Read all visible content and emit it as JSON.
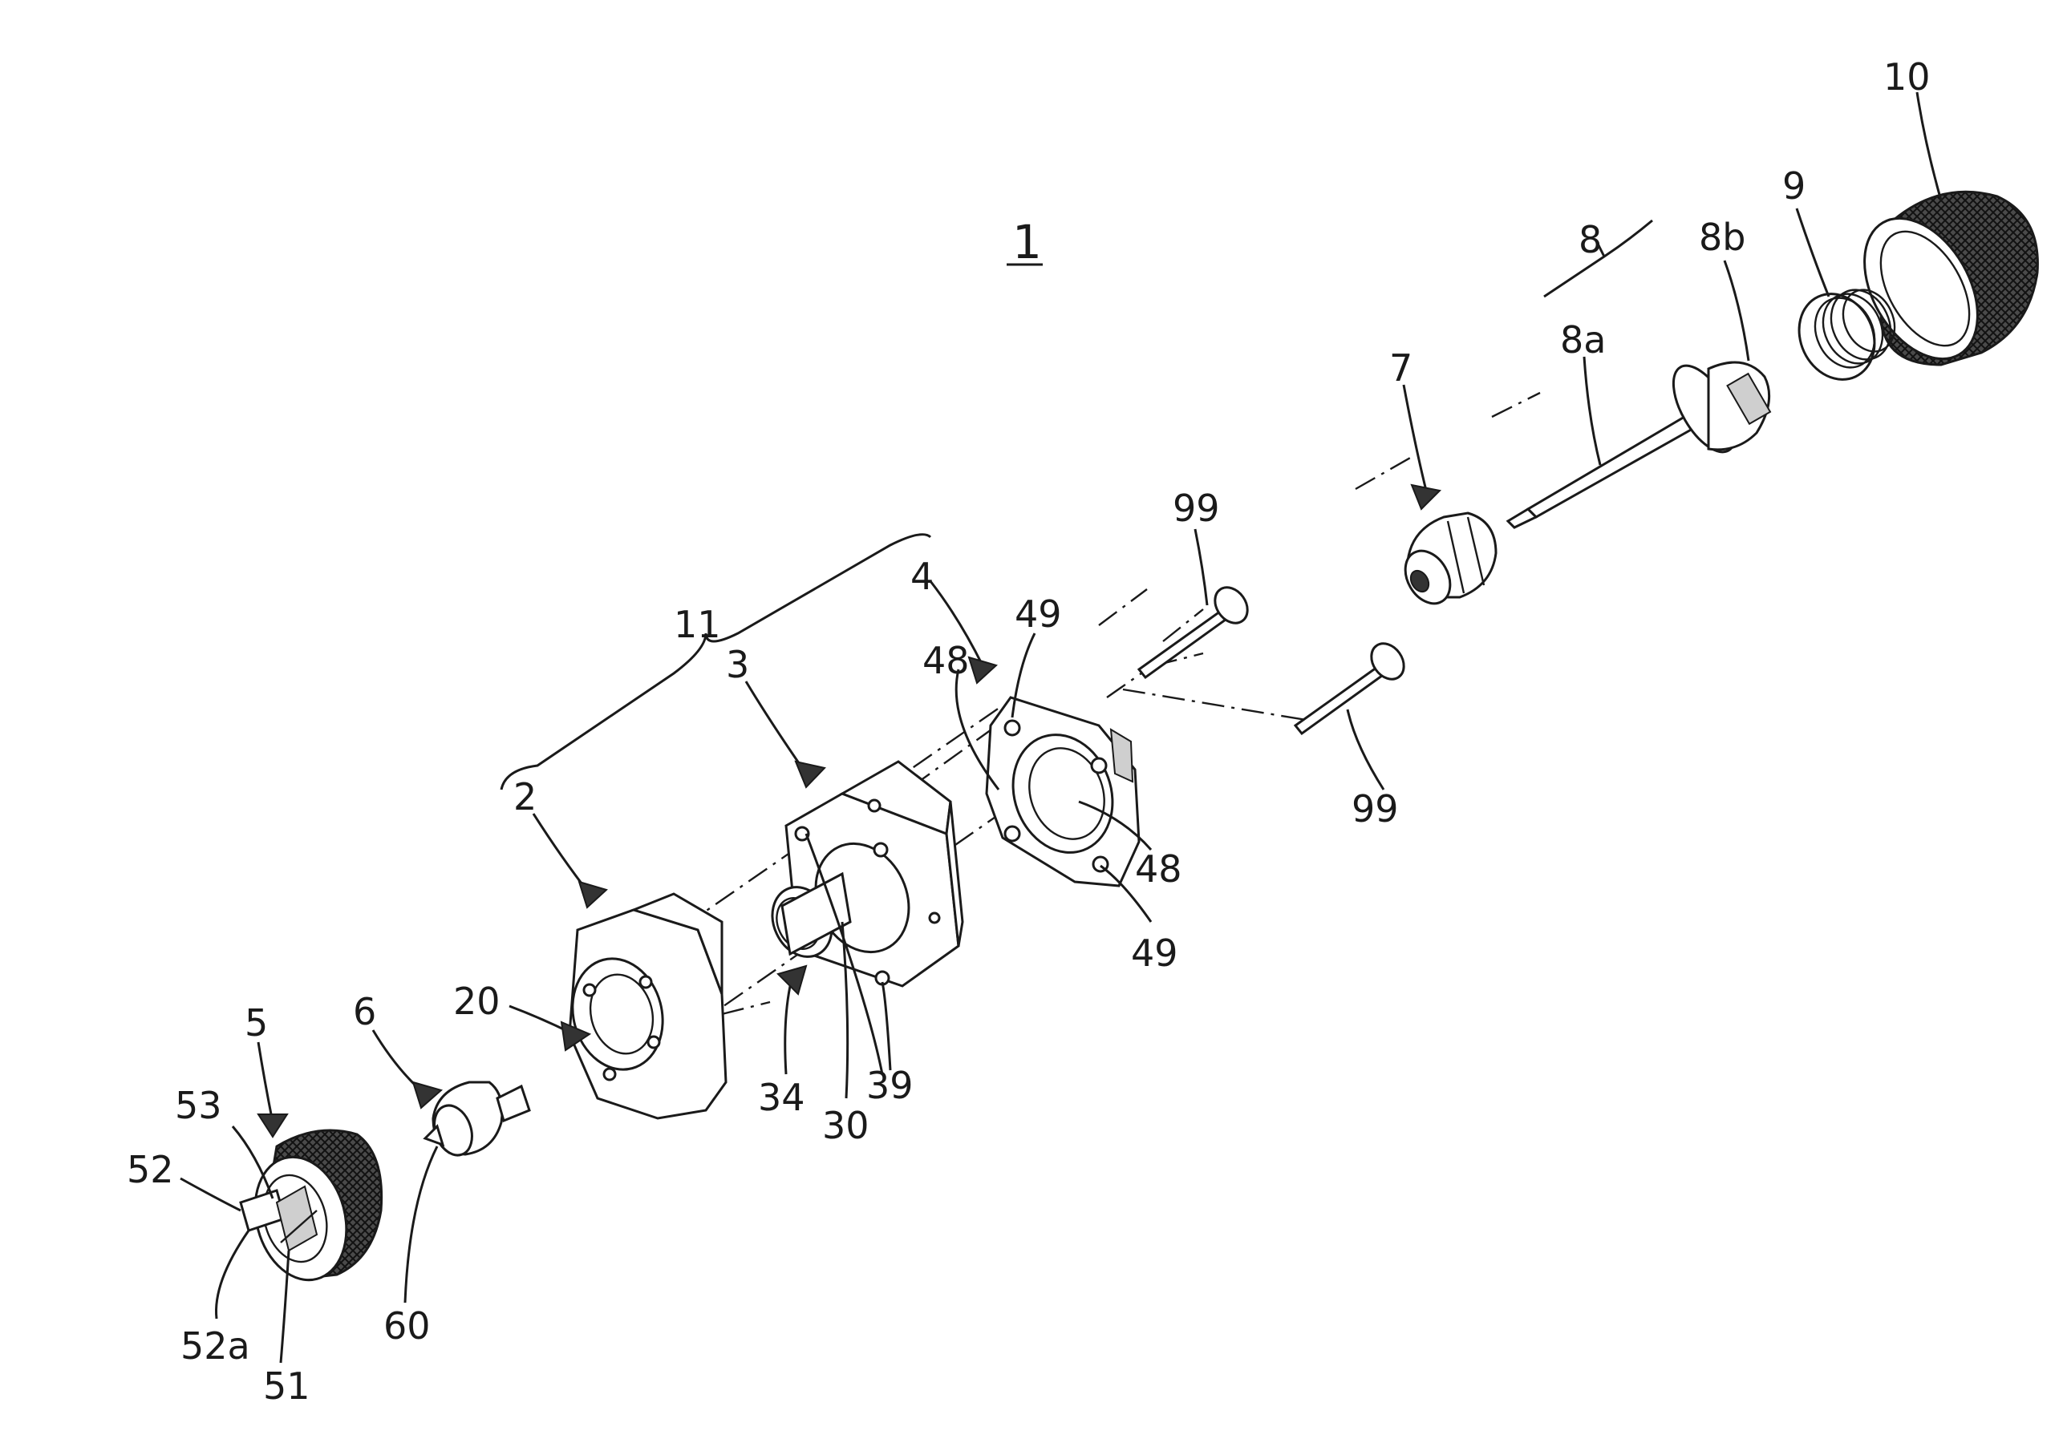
{
  "figure": {
    "assembly_number": "1",
    "labels": {
      "l1": "1",
      "l2": "2",
      "l3": "3",
      "l4": "4",
      "l5": "5",
      "l6": "6",
      "l7": "7",
      "l8": "8",
      "l8a": "8a",
      "l8b": "8b",
      "l9": "9",
      "l10": "10",
      "l11": "11",
      "l20": "20",
      "l30": "30",
      "l34": "34",
      "l39": "39",
      "l48a": "48",
      "l48b": "48",
      "l49a": "49",
      "l49b": "49",
      "l51": "51",
      "l52": "52",
      "l52a": "52a",
      "l53": "53",
      "l60": "60",
      "l99a": "99",
      "l99b": "99"
    }
  }
}
